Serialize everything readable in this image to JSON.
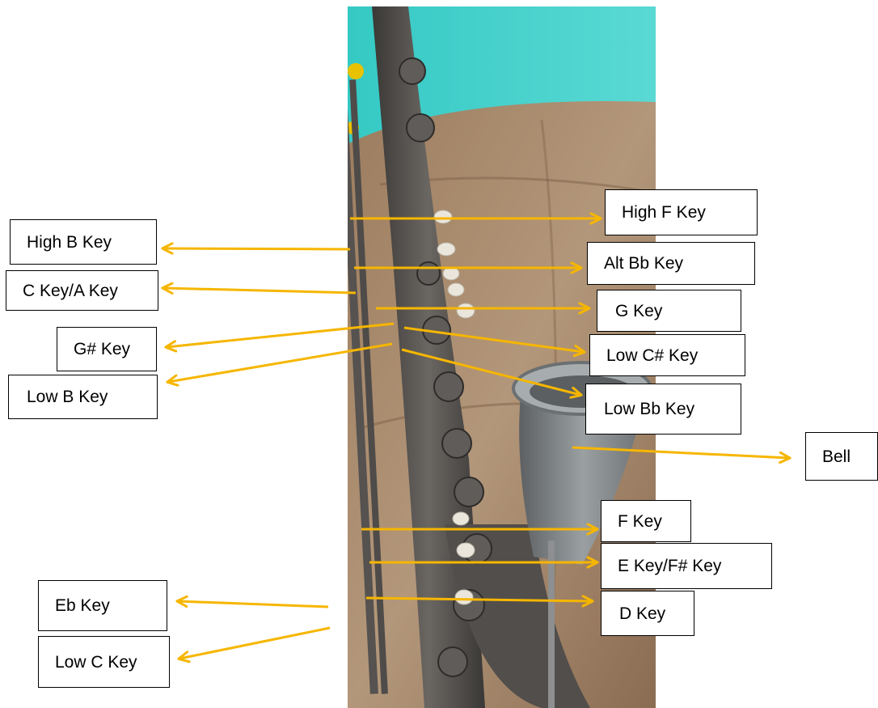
{
  "colors": {
    "arrow": "#f6b600",
    "background": "#ffffff",
    "photo_wall": "#3fd3cf",
    "photo_sofa": "#a8886a",
    "photo_metal": "#4a4744"
  },
  "photo": {
    "subject": "saxophone"
  },
  "labels": {
    "high_f_key": "High F Key",
    "high_b_key": "High B Key",
    "alt_bb_key": "Alt Bb Key",
    "c_key_a_key": "C Key/A Key",
    "g_key": "G Key",
    "g_sharp_key": "G# Key",
    "low_c_sharp_key": "Low C# Key",
    "low_b_key": "Low B Key",
    "low_bb_key": "Low Bb Key",
    "bell": "Bell",
    "f_key": "F Key",
    "e_key_f_sharp_key": "E Key/F# Key",
    "d_key": "D Key",
    "eb_key": "Eb Key",
    "low_c_key": "Low C Key"
  }
}
